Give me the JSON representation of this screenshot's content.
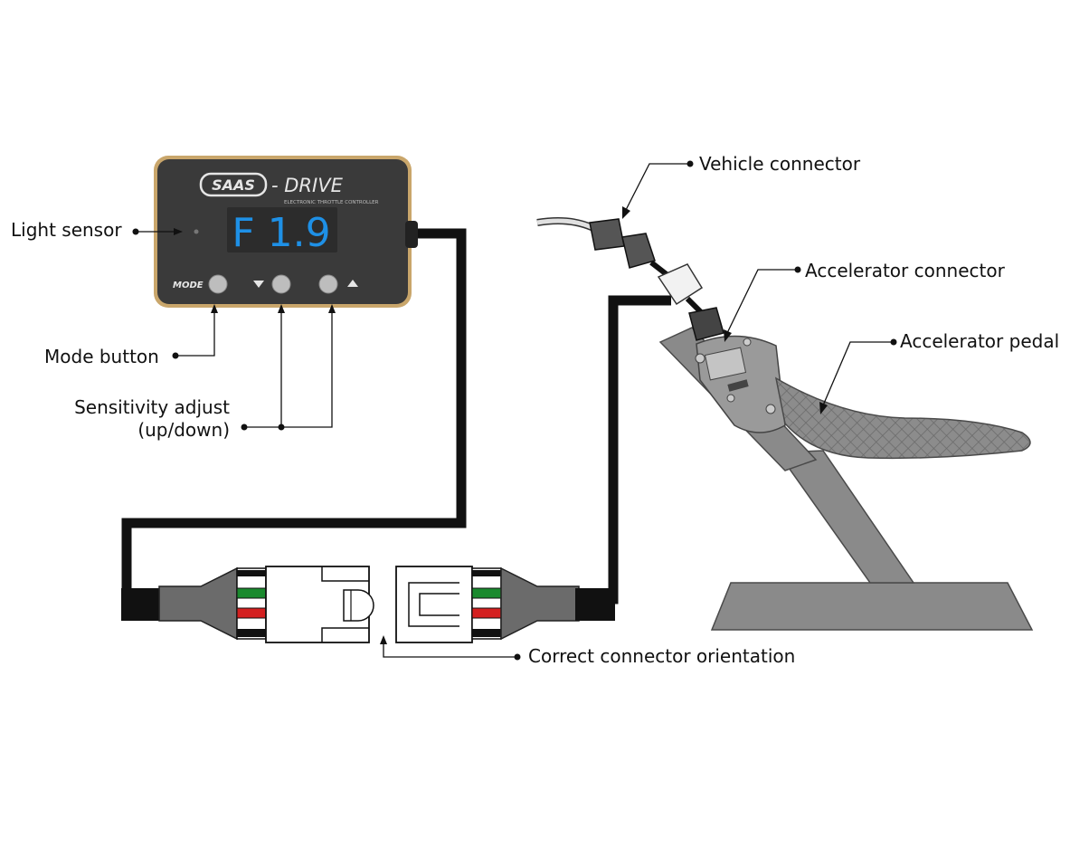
{
  "device": {
    "brand": "SAAS",
    "product": "- DRIVE",
    "tagline": "ELECTRONIC THROTTLE CONTROLLER",
    "display": "F 1.9",
    "mode_label": "MODE",
    "display_color": "#1e90e6",
    "body_color": "#3a3a3a",
    "trim_color": "#b8955a"
  },
  "labels": {
    "light_sensor": "Light sensor",
    "mode_button": "Mode button",
    "sensitivity_line1": "Sensitivity adjust",
    "sensitivity_line2": "(up/down)",
    "vehicle_connector": "Vehicle connector",
    "accelerator_connector": "Accelerator connector",
    "accelerator_pedal": "Accelerator pedal",
    "connector_orientation": "Correct connector orientation"
  },
  "wire_colors": {
    "green": "#1a8a2e",
    "red": "#d42020",
    "white": "#ffffff",
    "black": "#111111"
  },
  "colors": {
    "pedal": "#8a8a8a",
    "pedal_dark": "#5e5e5e",
    "harness": "#111111",
    "boot": "#6b6b6b"
  }
}
